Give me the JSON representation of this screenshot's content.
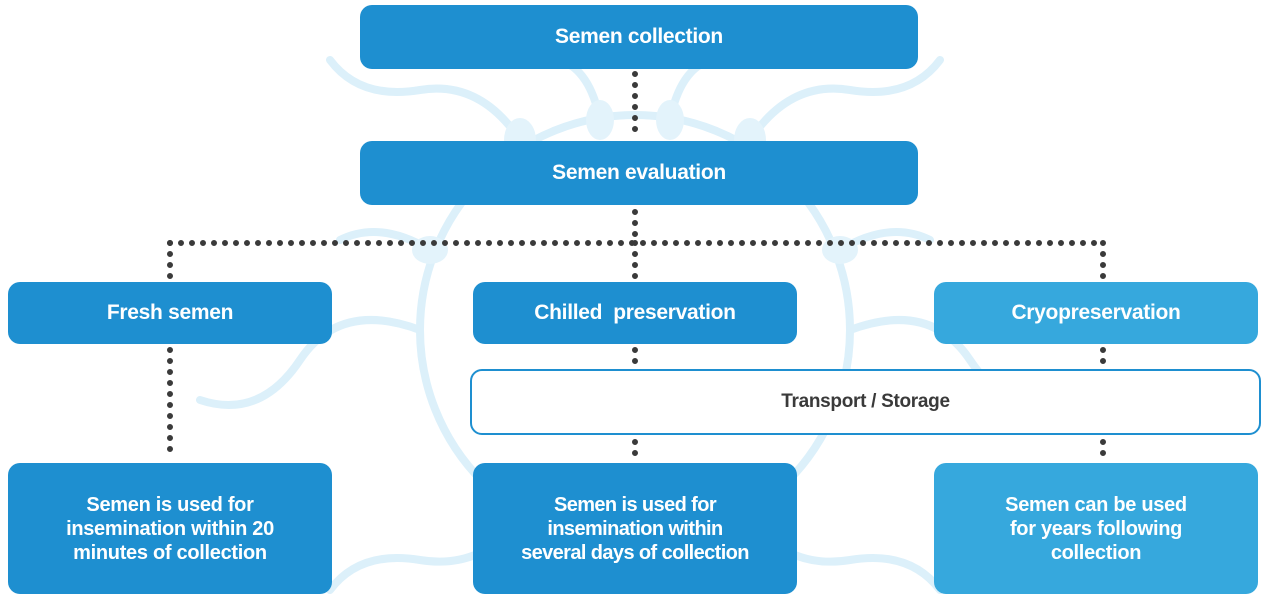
{
  "colors": {
    "box": "#1e8fd0",
    "box_light": "#36a8dd",
    "outline_border": "#1e8fd0",
    "connector": "#3a3a3a",
    "background_motif": "#d9eef9"
  },
  "nodes": {
    "collection": "Semen collection",
    "evaluation": "Semen evaluation",
    "fresh": "Fresh semen",
    "chilled": "Chilled  preservation",
    "cryo": "Cryopreservation",
    "transport": "Transport / Storage",
    "fresh_result": "Semen is used for\ninsemination within 20\nminutes of collection",
    "chilled_result": "Semen is used for\ninsemination within\nseveral days of collection",
    "cryo_result": "Semen can be used\nfor years following\ncollection"
  }
}
